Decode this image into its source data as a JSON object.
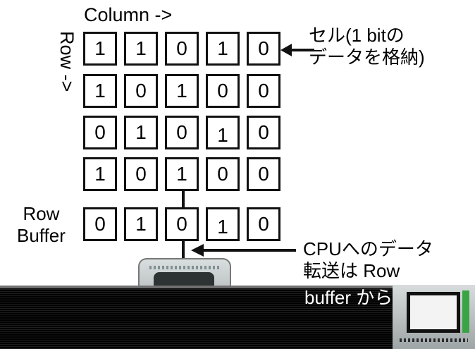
{
  "header": {
    "column_label": "Column ->",
    "row_label": "Row ->"
  },
  "grid": {
    "rows": [
      [
        "1",
        "1",
        "0",
        "1",
        "0"
      ],
      [
        "1",
        "0",
        "1",
        "0",
        "0"
      ],
      [
        "0",
        "1",
        "0",
        "1",
        "0"
      ],
      [
        "1",
        "0",
        "1",
        "0",
        "0"
      ]
    ]
  },
  "row_buffer": {
    "label_line1": "Row",
    "label_line2": "Buffer",
    "cells": [
      "0",
      "1",
      "0",
      "1",
      "0"
    ]
  },
  "annotations": {
    "cell_note_line1": "セル(1 bitの",
    "cell_note_line2": "データを格納)",
    "cpu_note_line1": "CPUへのデータ",
    "cpu_note_line2": "転送は Row",
    "cpu_note_line3": "buffer から"
  }
}
